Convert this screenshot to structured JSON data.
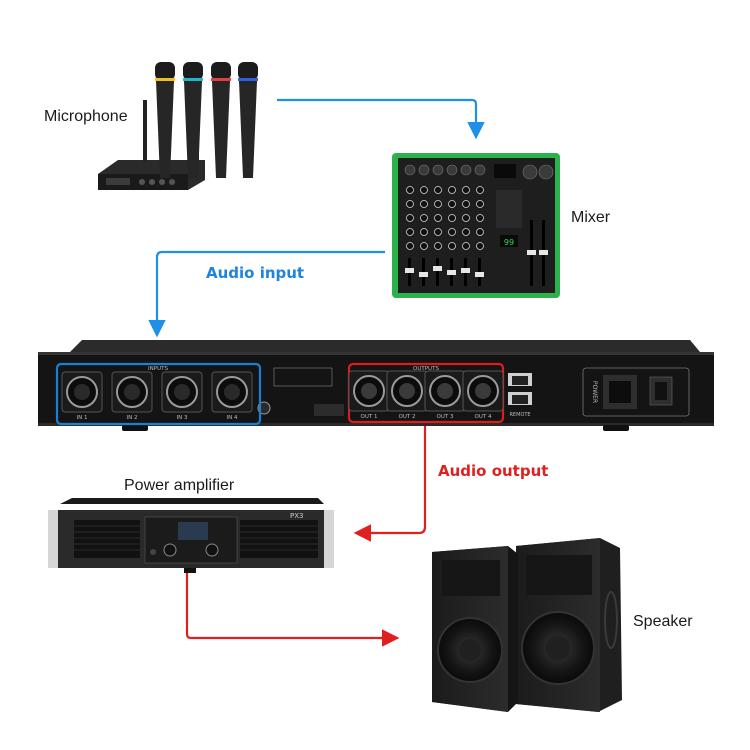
{
  "labels": {
    "microphone": "Microphone",
    "mixer": "Mixer",
    "audio_input": "Audio input",
    "audio_output": "Audio output",
    "power_amplifier": "Power amplifier",
    "speaker": "Speaker"
  },
  "colors": {
    "input_arrow": "#1e90e8",
    "output_arrow": "#e01f1f",
    "input_highlight": "#1a7fd6",
    "output_highlight": "#d81e1e",
    "mixer_body": "#2bb24c"
  },
  "processor": {
    "inputs_title": "INPUTS",
    "outputs_title": "OUTPUTS",
    "input_ports": [
      "IN 1",
      "IN 2",
      "IN 3",
      "IN 4"
    ],
    "output_ports": [
      "OUT 1",
      "OUT 2",
      "OUT 3",
      "OUT 4"
    ],
    "remote_label": "REMOTE",
    "power_label": "POWER"
  },
  "amplifier": {
    "model_text": "PX3"
  }
}
